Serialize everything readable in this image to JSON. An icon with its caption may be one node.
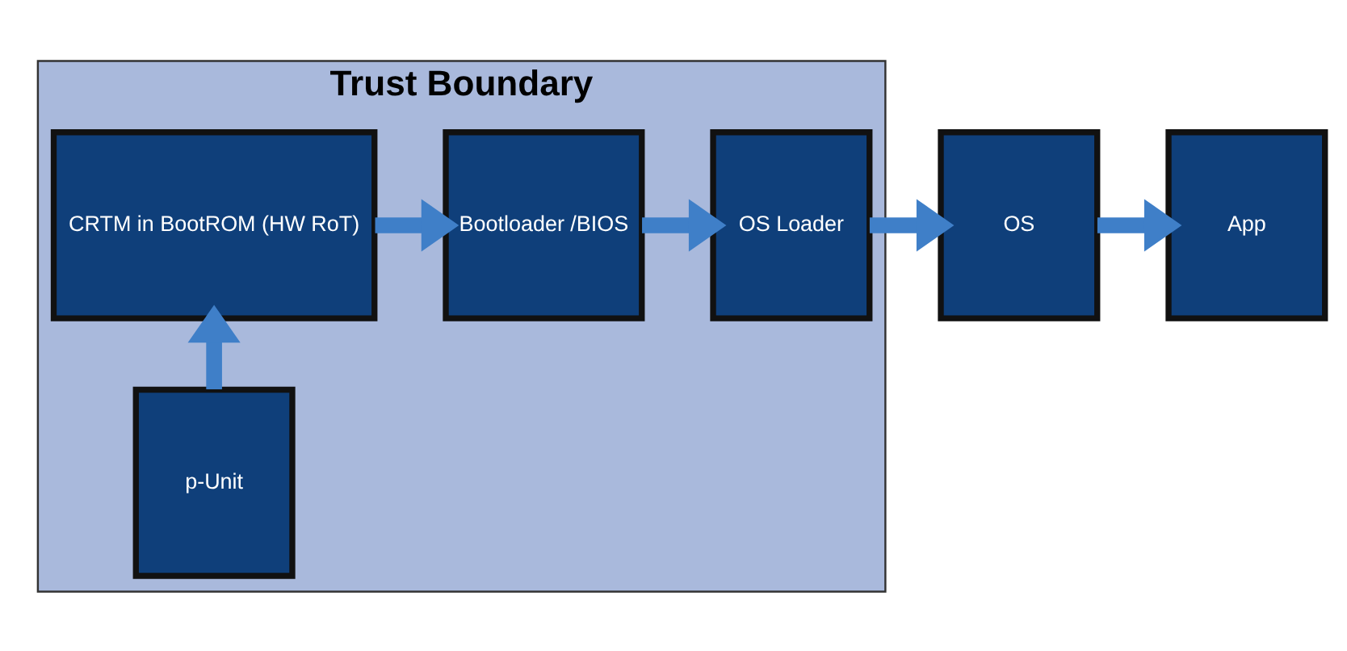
{
  "diagram": {
    "nodes": [
      {
        "text": [
          "Trust Boundary"
        ]
      },
      {
        "text": [
          "p-Unit"
        ],
        "in": 0
      },
      {
        "text": [
          "CRTM in BootROM (HW RoT)"
        ],
        "in": 0
      },
      {
        "text": [
          "Bootloader /BIOS"
        ],
        "in": 0
      },
      {
        "text": [
          "OS Loader"
        ],
        "in": 0
      },
      {
        "text": [
          "OS"
        ]
      },
      {
        "text": [
          "App"
        ]
      }
    ],
    "edges": [
      {
        "from": 1,
        "to": 2,
        "arrow": "to"
      },
      {
        "from": 2,
        "to": 3,
        "arrow": "to"
      },
      {
        "from": 3,
        "to": 4,
        "arrow": "to"
      },
      {
        "from": 4,
        "to": 5,
        "arrow": "to"
      },
      {
        "from": 5,
        "to": 6,
        "arrow": "to"
      }
    ]
  }
}
